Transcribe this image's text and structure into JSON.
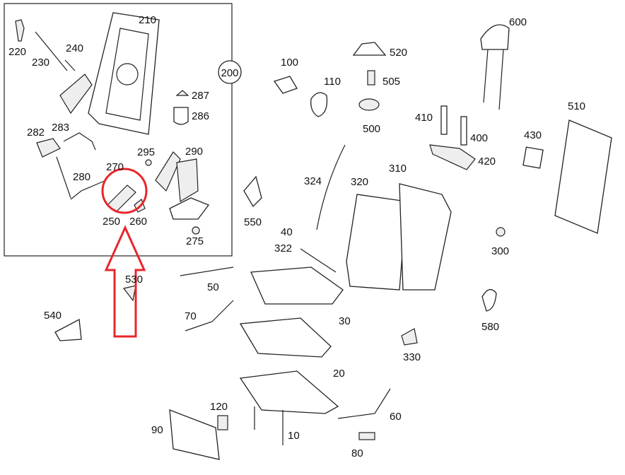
{
  "diagram": {
    "group_callout": "200",
    "part_labels": {
      "p210": "210",
      "p220": "220",
      "p240": "240",
      "p230": "230",
      "p287": "287",
      "p286": "286",
      "p282": "282",
      "p283": "283",
      "p295": "295",
      "p290": "290",
      "p280": "280",
      "p270": "270",
      "p250": "250",
      "p260": "260",
      "p275": "275",
      "p100": "100",
      "p110": "110",
      "p505": "505",
      "p520": "520",
      "p500": "500",
      "p600": "600",
      "p510": "510",
      "p410": "410",
      "p400": "400",
      "p430": "430",
      "p420": "420",
      "p324": "324",
      "p320": "320",
      "p310": "310",
      "p550": "550",
      "p40": "40",
      "p322": "322",
      "p300": "300",
      "p530": "530",
      "p50": "50",
      "p540": "540",
      "p70": "70",
      "p30": "30",
      "p580": "580",
      "p330": "330",
      "p20": "20",
      "p120": "120",
      "p60": "60",
      "p90": "90",
      "p10": "10",
      "p80": "80"
    },
    "highlight_color": "#e8262b"
  }
}
